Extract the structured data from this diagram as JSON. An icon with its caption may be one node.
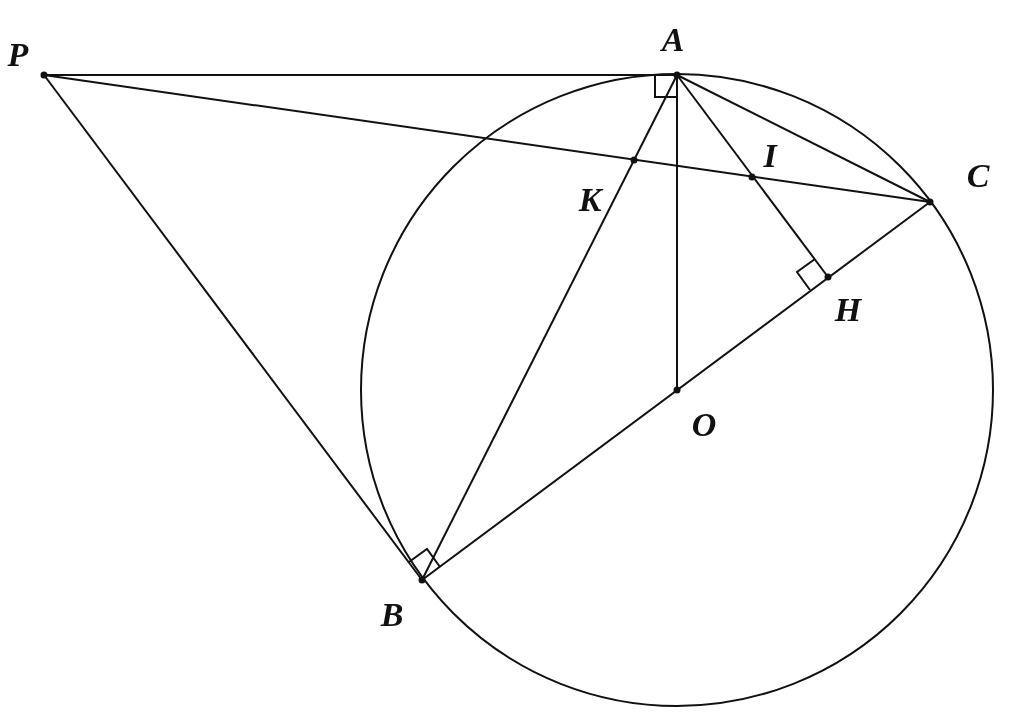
{
  "diagram": {
    "labels": [
      "P",
      "A",
      "C",
      "K",
      "I",
      "H",
      "O",
      "B"
    ]
  }
}
